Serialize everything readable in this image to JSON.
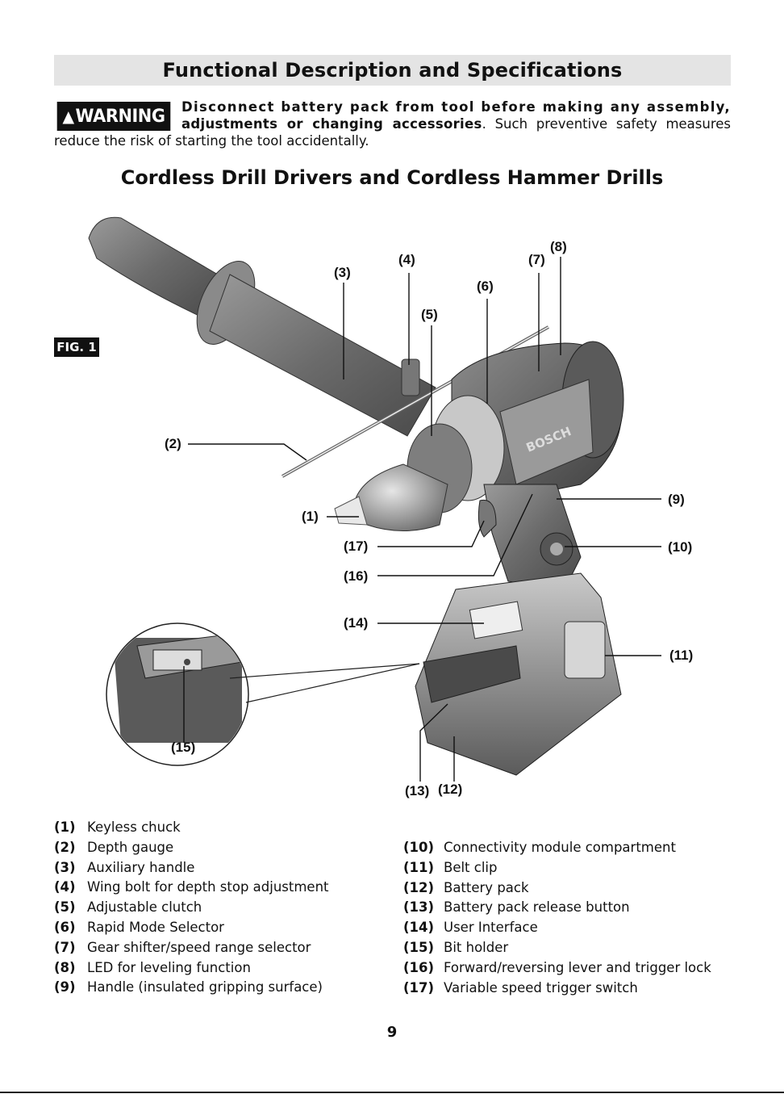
{
  "header": {
    "title": "Functional Description and Specifications"
  },
  "warning": {
    "badge": "WARNING",
    "bold_line1": "Disconnect battery pack from tool before making any assembly,",
    "bold_line2": "adjustments or changing accessories",
    "rest": ". Such preventive safety measures reduce the risk of starting the tool accidentally."
  },
  "subtitle": "Cordless Drill Drivers and Cordless Hammer Drills",
  "figure": {
    "label": "FIG. 1",
    "callouts": [
      "(1)",
      "(2)",
      "(3)",
      "(4)",
      "(5)",
      "(6)",
      "(7)",
      "(8)",
      "(9)",
      "(10)",
      "(11)",
      "(12)",
      "(13)",
      "(14)",
      "(15)",
      "(16)",
      "(17)"
    ],
    "brand_mark": "BOSCH"
  },
  "parts_left": [
    {
      "num": "(1)",
      "label": "Keyless chuck"
    },
    {
      "num": "(2)",
      "label": "Depth gauge"
    },
    {
      "num": "(3)",
      "label": "Auxiliary handle"
    },
    {
      "num": "(4)",
      "label": "Wing bolt for depth stop adjustment"
    },
    {
      "num": "(5)",
      "label": "Adjustable clutch"
    },
    {
      "num": "(6)",
      "label": "Rapid Mode Selector"
    },
    {
      "num": "(7)",
      "label": "Gear shifter/speed range selector"
    },
    {
      "num": "(8)",
      "label": "LED for leveling function"
    },
    {
      "num": "(9)",
      "label": "Handle (insulated gripping surface)"
    }
  ],
  "parts_right": [
    {
      "num": "(10)",
      "label": "Connectivity module compartment"
    },
    {
      "num": "(11)",
      "label": "Belt clip"
    },
    {
      "num": "(12)",
      "label": "Battery pack"
    },
    {
      "num": "(13)",
      "label": "Battery pack release button"
    },
    {
      "num": "(14)",
      "label": "User Interface"
    },
    {
      "num": "(15)",
      "label": "Bit holder"
    },
    {
      "num": "(16)",
      "label": "Forward/reversing lever and trigger lock"
    },
    {
      "num": "(17)",
      "label": "Variable speed trigger switch"
    }
  ],
  "page_number": "9"
}
